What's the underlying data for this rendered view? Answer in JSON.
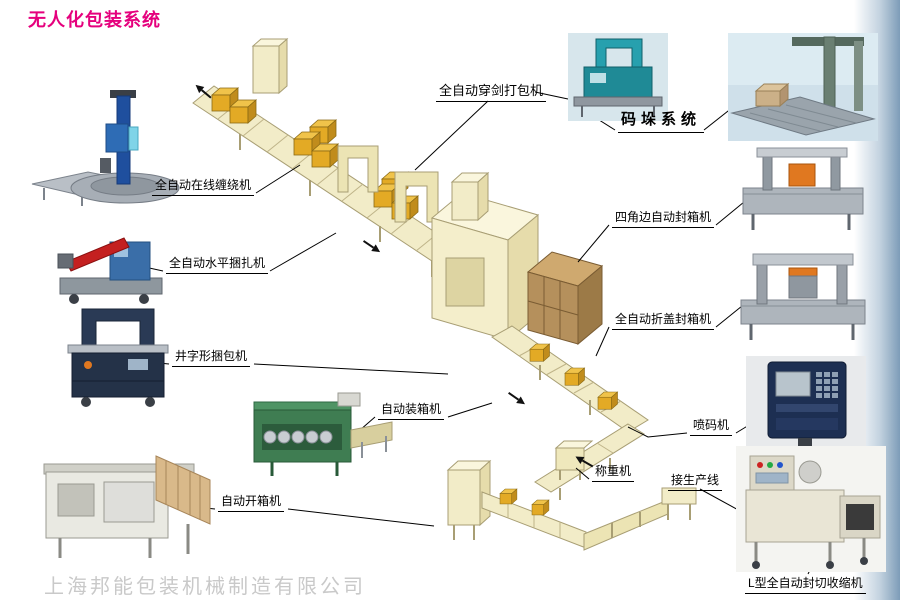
{
  "title": "无人化包装系统",
  "watermark": "上海邦能包装机械制造有限公司",
  "labels": {
    "auto_strapper": "全自动穿剑打包机",
    "palletizing": "码垛系统",
    "online_wrapper": "全自动在线缠绕机",
    "horizontal_strapper": "全自动水平捆扎机",
    "corner_sealer": "四角边自动封箱机",
    "flap_sealer": "全自动折盖封箱机",
    "cross_strapper": "井字形捆包机",
    "case_packer": "自动装箱机",
    "inkjet_coder": "喷码机",
    "carton_erector": "自动开箱机",
    "weigher": "称重机",
    "production_line": "接生产线",
    "l_shrink_wrapper": "L型全自动封切收缩机"
  },
  "colors": {
    "title": "#e5007d",
    "watermark": "#c9c9c9",
    "label_text": "#000000",
    "diagram_machine_fill": "#f2ecc8",
    "diagram_box_fill": "#e3aa25",
    "carton_brown": "#b5905c",
    "edge_gradient_blue": "#7d9cb8"
  }
}
